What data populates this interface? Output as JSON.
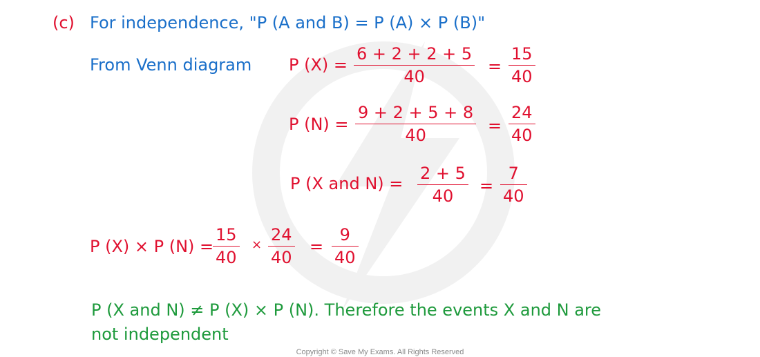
{
  "line_c": {
    "label": "(c)",
    "text": "For independence, \"P (A and B) = P (A) × P (B)\""
  },
  "venn_label": "From Venn diagram",
  "px": {
    "lhs": "P (X) =",
    "num": "6 + 2 + 2 + 5",
    "den": "40",
    "eq": "=",
    "res_num": "15",
    "res_den": "40"
  },
  "pn": {
    "lhs": "P (N) =",
    "num": "9 + 2 + 5 + 8",
    "den": "40",
    "eq": "=",
    "res_num": "24",
    "res_den": "40"
  },
  "pxn": {
    "lhs": "P (X and N) =",
    "num": "2 + 5",
    "den": "40",
    "eq": "=",
    "res_num": "7",
    "res_den": "40"
  },
  "product": {
    "lhs": "P (X) × P (N) =",
    "a_num": "15",
    "a_den": "40",
    "times": "×",
    "b_num": "24",
    "b_den": "40",
    "eq": "=",
    "res_num": "9",
    "res_den": "40"
  },
  "conclusion": {
    "line1": "P (X and N) ≠ P (X) × P (N). Therefore the events X and N are",
    "line2": "not independent"
  },
  "copyright": "Copyright © Save My Exams. All Rights Reserved",
  "colors": {
    "red": "#e0102f",
    "blue": "#1a6fc9",
    "green": "#1e9a3c"
  }
}
